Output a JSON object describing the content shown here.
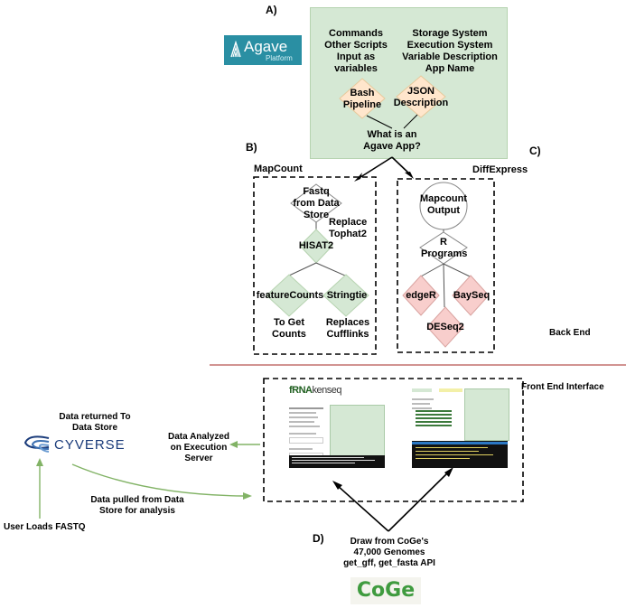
{
  "panel_labels": {
    "a": "A)",
    "b": "B)",
    "c": "C)",
    "d": "D)"
  },
  "agave": {
    "logo_word": "Agave",
    "logo_sub": "Platform",
    "commands_text": "Commands\nOther Scripts\nInput as\nvariables",
    "storage_text": "Storage System\nExecution System\nVariable Description\nApp Name",
    "bash_label": "Bash\nPipeline",
    "json_label": "JSON\nDescription",
    "question": "What is an\nAgave App?"
  },
  "mapcount": {
    "title": "MapCount",
    "fastq": "Fastq\nfrom Data\nStore",
    "replace_note": "Replace\nTophat2",
    "hisat": "HISAT2",
    "featurecounts": "featureCounts",
    "stringtie": "Stringtie",
    "to_get_counts": "To Get\nCounts",
    "replaces_cufflinks": "Replaces\nCufflinks"
  },
  "diffexpress": {
    "title": "DiffExpress",
    "mapcount_output": "Mapcount\nOutput",
    "r_programs": "R\nPrograms",
    "edger": "edgeR",
    "bayseq": "BaySeq",
    "deseq2": "DESeq2"
  },
  "back_end_label": "Back End",
  "front_end_label": "Front End Interface",
  "app_screenshot": {
    "title_prefix": "fRNA",
    "title_suffix": "kenseq"
  },
  "cyverse": {
    "logo_text": "CYVERSE",
    "data_returned": "Data returned To\nData Store",
    "data_analyzed": "Data Analyzed\non Execution\nServer",
    "data_pulled": "Data pulled from Data\nStore for analysis",
    "user_loads": "User Loads FASTQ"
  },
  "coge": {
    "draw_text": "Draw from CoGe's\n47,000 Genomes\nget_gff, get_fasta API",
    "logo_text": "CoGe"
  },
  "colors": {
    "green_box": "#d5e8d4",
    "green_border": "#b6d3b0",
    "orange_diamond": "#ffe6cc",
    "green_diamond": "#d5e8d4",
    "red_diamond": "#f8cecc",
    "arrow_green": "#82b366",
    "agave_teal": "#2a8fa3",
    "divider": "#b85450",
    "coge_green": "#3f9b3f",
    "cyverse_blue": "#1a3b7a"
  }
}
